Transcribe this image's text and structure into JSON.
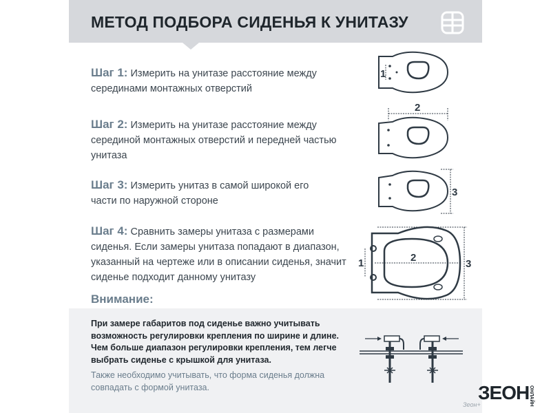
{
  "header": {
    "title": "МЕТОД ПОДБОРА СИДЕНЬЯ К УНИТАЗУ",
    "brand_icon": "brand-mark-icon"
  },
  "steps": [
    {
      "label": "Шаг 1:",
      "text": " Измерить на унитазе расстояние между серединами монтажных отверстий"
    },
    {
      "label": "Шаг 2:",
      "text": " Измерить на унитазе расстояние между серединой монтажных отверстий и передней частью унитаза"
    },
    {
      "label": "Шаг 3:",
      "text": " Измерить унитаз в самой широкой его части по наружной стороне"
    },
    {
      "label": "Шаг 4:",
      "text": " Сравнить замеры унитаза с размерами сиденья. Если замеры унитаза попадают в диапазон, указанный на чертеже или в описании сиденья, значит сиденье подходит данному унитазу"
    }
  ],
  "attention": {
    "title": "Внимание:",
    "text": "При замере габаритов под сиденье важно учитывать возможность регулировки крепления по ширине и длине. Чем больше диапазон регулировки крепления, тем легче выбрать сиденье с крышкой для унитаза.",
    "note": "Также необходимо учитывать, что форма сиденья должна совпадать с формой унитаза."
  },
  "figures": {
    "fig1_dim": "1",
    "fig2_dim": "2",
    "fig3_dim": "3",
    "fig4_dims": [
      "1",
      "2",
      "3"
    ]
  },
  "logo": {
    "main": "ЗЕОН",
    "small": "ОНЛАЙН",
    "watermark": "Зеон+"
  },
  "colors": {
    "header_bg": "#d6d8dc",
    "accent": "#6a7d8c",
    "text": "#2f3a44",
    "bottom_bg": "#f0f1f3"
  }
}
